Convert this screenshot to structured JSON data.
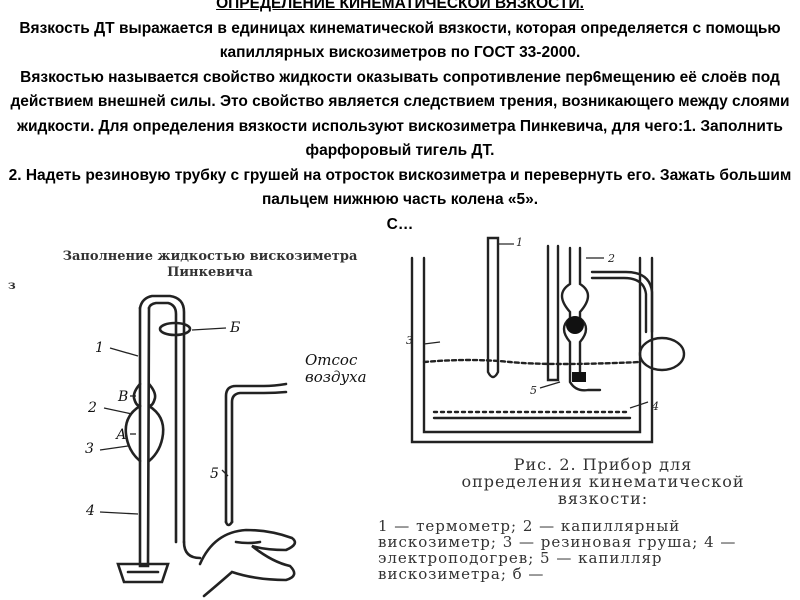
{
  "text": {
    "heading": "ОПРЕДЕЛЕНИЕ КИНЕМАТИЧЕСКОЙ ВЯЗКОСТИ.",
    "p1": "Вязкость ДТ выражается в единицах кинематической вязкости, которая определяется с помощью капиллярных вискозиметров по ГОСТ 33-2000.",
    "p2": "Вязкостью называется свойство жидкости оказывать сопротивление пер6мещению её слоёв под действием внешней силы. Это свойство является следствием трения, возникающего между слоями жидкости. Для определения вязкости используют вискозиметра  Пинкевича, для чего:1. Заполнить фарфоровый тигель ДТ.",
    "p3": "2. Надеть резиновую трубку с грушей на отросток  вискозиметра  и перевернуть  его. Зажать  большим пальцем нижнюю часть колена «5».",
    "p4": "С…"
  },
  "figure1": {
    "caption": "Заполнение жидкостью вискозиметра Пинкевича",
    "caption_extra": "з",
    "labels": {
      "l1": "1",
      "l2": "2",
      "l3": "3",
      "l4": "4",
      "l5": "5",
      "lB": "Б",
      "lV": "В",
      "lA": "А"
    },
    "air_label": "Отсос воздуха"
  },
  "figure2": {
    "caption": "Рис. 2. Прибор для определения кинематической вязкости:",
    "legend": "1 — термометр; 2 — капиллярный вискозиметр; 3 — резиновая груша; 4 — электроподогрев; 5 — капилляр вискозиметра; б —",
    "labels": {
      "r1": "1",
      "r2": "2",
      "r3": "3",
      "r4": "4",
      "r5": "5"
    }
  }
}
